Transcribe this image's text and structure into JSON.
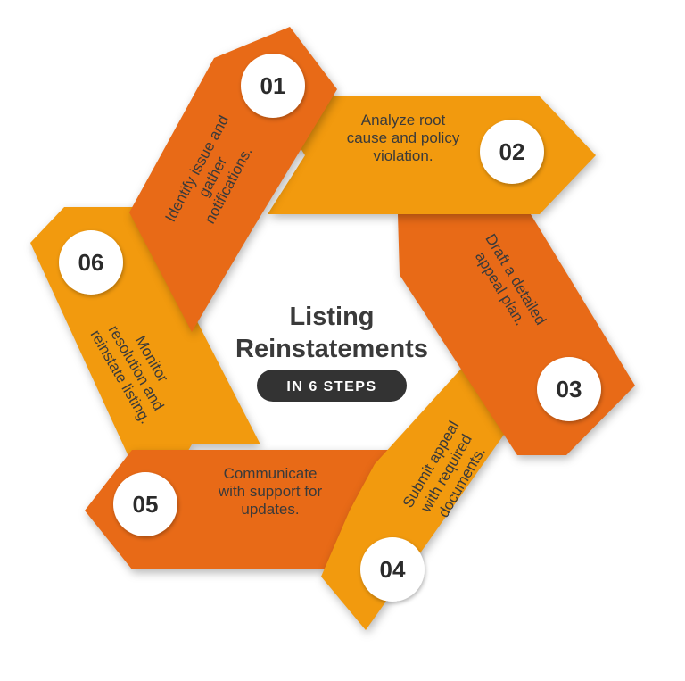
{
  "title": {
    "line1": "Listing",
    "line2": "Reinstatements",
    "badge": "IN 6 STEPS"
  },
  "colors": {
    "orange_dark": "#E86A17",
    "orange_light": "#F29A0E",
    "badge_bg": "#333333",
    "circle": "#FFFFFF",
    "text": "#3A3A3A"
  },
  "steps": [
    {
      "number": "01",
      "lines": [
        "Identify issue and",
        "gather",
        "notifications."
      ]
    },
    {
      "number": "02",
      "lines": [
        "Analyze root",
        "cause and policy",
        "violation."
      ]
    },
    {
      "number": "03",
      "lines": [
        "Draft a detailed",
        "appeal plan."
      ]
    },
    {
      "number": "04",
      "lines": [
        "Submit appeal",
        "with required",
        "documents."
      ]
    },
    {
      "number": "05",
      "lines": [
        "Communicate",
        "with support for",
        "updates."
      ]
    },
    {
      "number": "06",
      "lines": [
        "Monitor",
        "resolution and",
        "reinstate listing."
      ]
    }
  ]
}
